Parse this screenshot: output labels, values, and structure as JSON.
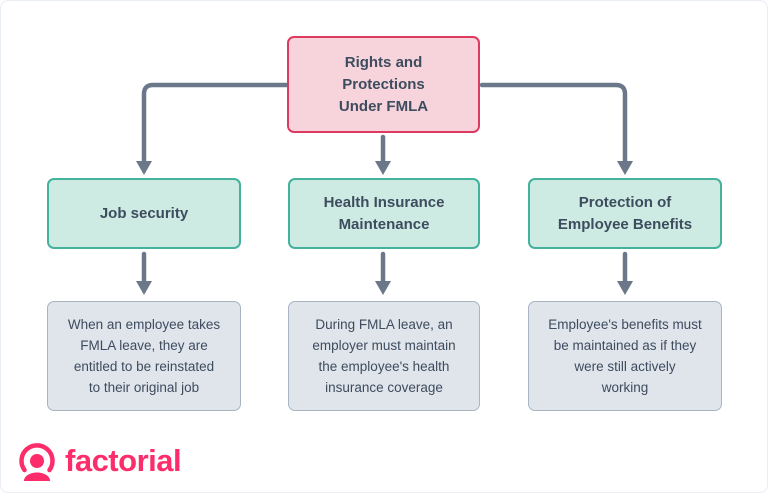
{
  "title": "Rights and Protections Under FMLA flowchart",
  "colors": {
    "root_fill": "#f7d4dc",
    "root_border": "#de3a60",
    "heading_fill": "#cdebe3",
    "heading_border": "#44b29d",
    "desc_fill": "#e0e4eb",
    "desc_border": "#a9b4c4",
    "text": "#3d4c5e",
    "connector": "#6a7889",
    "brand": "#fd2d6b",
    "canvas_border": "#e9eef4"
  },
  "diagram": {
    "root": {
      "label": "Rights and\nProtections\nUnder FMLA"
    },
    "branches": [
      {
        "heading": "Job security",
        "description": "When an employee takes\nFMLA leave, they are\nentitled to be reinstated\nto their original job"
      },
      {
        "heading": "Health Insurance\nMaintenance",
        "description": "During FMLA leave, an\nemployer must maintain\nthe employee's health\ninsurance coverage"
      },
      {
        "heading": "Protection of\nEmployee Benefits",
        "description": "Employee's benefits must\nbe maintained as if they\nwere still actively\nworking"
      }
    ]
  },
  "footer": {
    "logo_text": "factorial"
  }
}
